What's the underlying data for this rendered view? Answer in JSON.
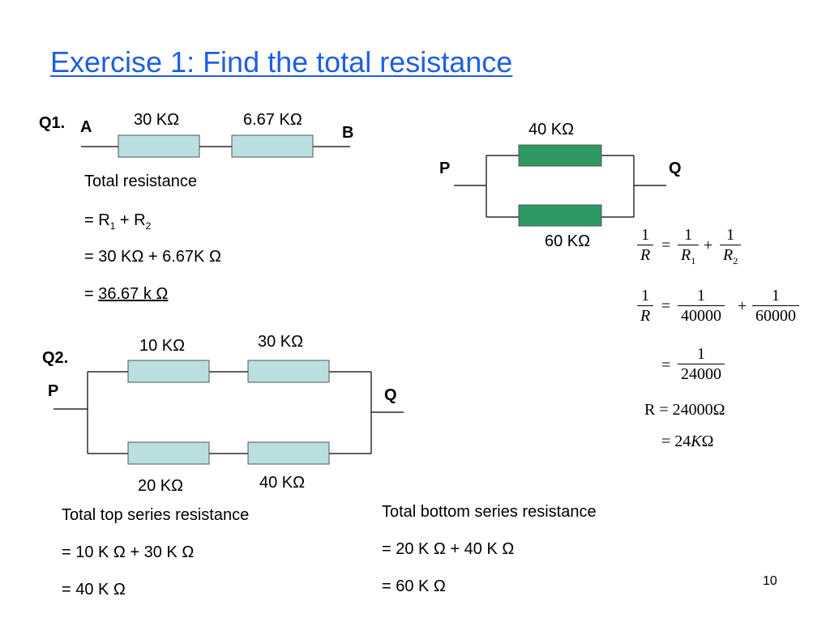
{
  "title": "Exercise 1: Find the total resistance",
  "q1": {
    "label": "Q1.",
    "node_a": "A",
    "node_b": "B",
    "r1": "30 KΩ",
    "r2": "6.67 KΩ",
    "line1": "Total resistance",
    "line2_prefix": "= R",
    "line2_sub1": "1",
    "line2_plus": " + R",
    "line2_sub2": "2",
    "line3": "= 30 KΩ + 6.67K Ω",
    "line4_prefix": "= ",
    "line4_value": "36.67 k Ω"
  },
  "parallel": {
    "node_p": "P",
    "node_q": "Q",
    "r_top": "40 KΩ",
    "r_bottom": "60 KΩ",
    "eq": {
      "one": "1",
      "R": "R",
      "R1": "R",
      "s1": "1",
      "R2": "R",
      "s2": "2",
      "plus": "+",
      "equals": "=",
      "d40000": "40000",
      "d60000": "60000",
      "d24000": "24000",
      "r_result": "R = 24000Ω",
      "r_final": "= 24",
      "r_final_k": "K",
      "r_final_ohm": "Ω"
    }
  },
  "q2": {
    "label": "Q2.",
    "node_p": "P",
    "node_q": "Q",
    "r_top1": "10 KΩ",
    "r_top2": "30 KΩ",
    "r_bot1": "20 KΩ",
    "r_bot2": "40 KΩ",
    "top_series": [
      "Total top series resistance",
      "= 10 K Ω + 30 K Ω",
      "= 40 K Ω"
    ],
    "bottom_series": [
      "Total bottom series resistance",
      "= 20 K Ω + 40 K Ω",
      "= 60 K Ω"
    ]
  },
  "page_number": "10",
  "colors": {
    "title": "#1f5fe0",
    "resistor_light": "#b9dfe0",
    "resistor_green": "#2e9a63"
  }
}
